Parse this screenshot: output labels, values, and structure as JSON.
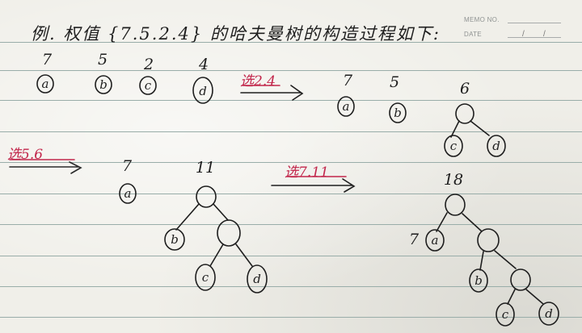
{
  "memo": {
    "no_label": "MEMO NO.",
    "date_label": "DATE",
    "date_sep1": "/",
    "date_sep2": "/"
  },
  "title": "例. 权值 {7.5.2.4} 的哈夫曼树的构造过程如下:",
  "steps": {
    "step1": "选2.4",
    "step2": "选5.6",
    "step3": "选7.11"
  },
  "colors": {
    "ink": "#1e1e1e",
    "red_ink": "#c2264b",
    "paper": "#f0efe9",
    "rule_line": "#99ada9"
  },
  "stage0": [
    {
      "weight": "7",
      "letter": "a"
    },
    {
      "weight": "5",
      "letter": "b"
    },
    {
      "weight": "2",
      "letter": "c"
    },
    {
      "weight": "4",
      "letter": "d"
    }
  ],
  "stage1": {
    "leaves": [
      {
        "weight": "7",
        "letter": "a"
      },
      {
        "weight": "5",
        "letter": "b"
      }
    ],
    "tree": {
      "root_weight": "6",
      "left_letter": "c",
      "right_letter": "d"
    }
  },
  "stage2": {
    "leaf": {
      "weight": "7",
      "letter": "a"
    },
    "tree": {
      "root_weight": "11",
      "left_letter": "b",
      "inner_left_letter": "c",
      "inner_right_letter": "d"
    }
  },
  "stage3": {
    "tree": {
      "root_weight": "18",
      "a_weight": "7",
      "a_letter": "a",
      "b_letter": "b",
      "c_letter": "c",
      "d_letter": "d"
    }
  }
}
